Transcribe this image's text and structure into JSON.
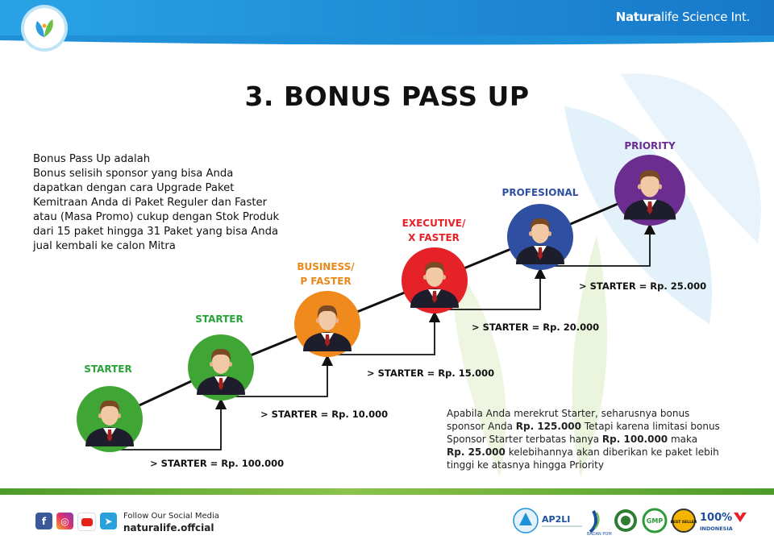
{
  "header": {
    "brand_bold": "Natura",
    "brand_rest": "life Science Int."
  },
  "title": "3. BONUS PASS UP",
  "intro": {
    "lines": [
      "Bonus Pass Up adalah",
      "Bonus selisih sponsor yang bisa Anda",
      "dapatkan dengan cara Upgrade Paket",
      "Kemitraan Anda di Paket Reguler dan Faster",
      "atau (Masa Promo) cukup dengan Stok Produk",
      "dari 15 paket hingga 31 Paket yang bisa Anda",
      "jual kembali ke calon Mitra"
    ]
  },
  "levels": [
    {
      "label_1": "STARTER",
      "label_2": "",
      "color": "#3fa535",
      "label_color": "#27a33a"
    },
    {
      "label_1": "STARTER",
      "label_2": "",
      "color": "#3fa535",
      "label_color": "#27a33a"
    },
    {
      "label_1": "BUSINESS/",
      "label_2": "P FASTER",
      "color": "#f08a1c",
      "label_color": "#e8891a"
    },
    {
      "label_1": "EXECUTIVE/",
      "label_2": "X FASTER",
      "color": "#e52227",
      "label_color": "#e52227"
    },
    {
      "label_1": "PROFESIONAL",
      "label_2": "",
      "color": "#2f4fa1",
      "label_color": "#2f4fa1"
    },
    {
      "label_1": "PRIORITY",
      "label_2": "",
      "color": "#6b2d8f",
      "label_color": "#6b2d8f"
    }
  ],
  "bonuses": [
    "> STARTER = Rp. 100.000",
    "> STARTER = Rp. 10.000",
    "> STARTER = Rp. 15.000",
    "> STARTER = Rp. 20.000",
    "> STARTER = Rp. 25.000"
  ],
  "note": {
    "l1": "Apabila Anda merekrut Starter, seharusnya bonus",
    "l2a": "sponsor Anda ",
    "l2b": "Rp. 125.000",
    "l2c": " Tetapi karena limitasi bonus",
    "l3a": "Sponsor Starter terbatas hanya ",
    "l3b": "Rp. 100.000",
    "l3c": " maka",
    "l4a": "Rp. 25.000",
    "l4b": " kelebihannya akan diberikan ke paket lebih",
    "l5": "tinggi ke atasnya hingga Priority"
  },
  "footer": {
    "follow_label": "Follow Our Social Media",
    "handle": "naturalife.offcial",
    "social_icons": [
      "facebook-icon",
      "instagram-icon",
      "youtube-icon",
      "telegram-icon"
    ],
    "cert_ap2li": "AP2LI",
    "cert_bpom": "BADAN POM",
    "cert_gmp": "GMP",
    "cert_best": "BEST SELLER",
    "cert_100": "100%",
    "cert_indonesia": "INDONESIA"
  },
  "colors": {
    "header_blue": "#1f8fd8",
    "footer_green": "#5aa02c"
  }
}
